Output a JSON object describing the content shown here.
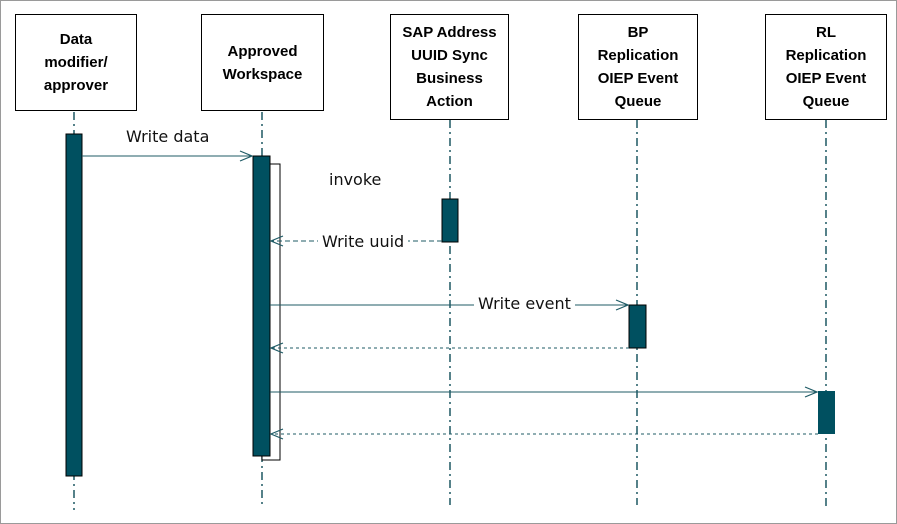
{
  "participants": [
    {
      "id": "p1",
      "label": "Data\nmodifier/\napprover"
    },
    {
      "id": "p2",
      "label": "Approved\nWorkspace"
    },
    {
      "id": "p3",
      "label": "SAP Address\nUUID Sync\nBusiness\nAction"
    },
    {
      "id": "p4",
      "label": "BP\nReplication\nOIEP Event\nQueue"
    },
    {
      "id": "p5",
      "label": "RL\nReplication\nOIEP Event\nQueue"
    }
  ],
  "messages": {
    "write_data": "Write data",
    "invoke": "invoke",
    "write_uuid": "Write uuid",
    "write_event": "Write event"
  },
  "colors": {
    "activation": "#005060",
    "arrow": "#1f5b66",
    "lifeline": "#0d4c57",
    "border": "#000000"
  }
}
